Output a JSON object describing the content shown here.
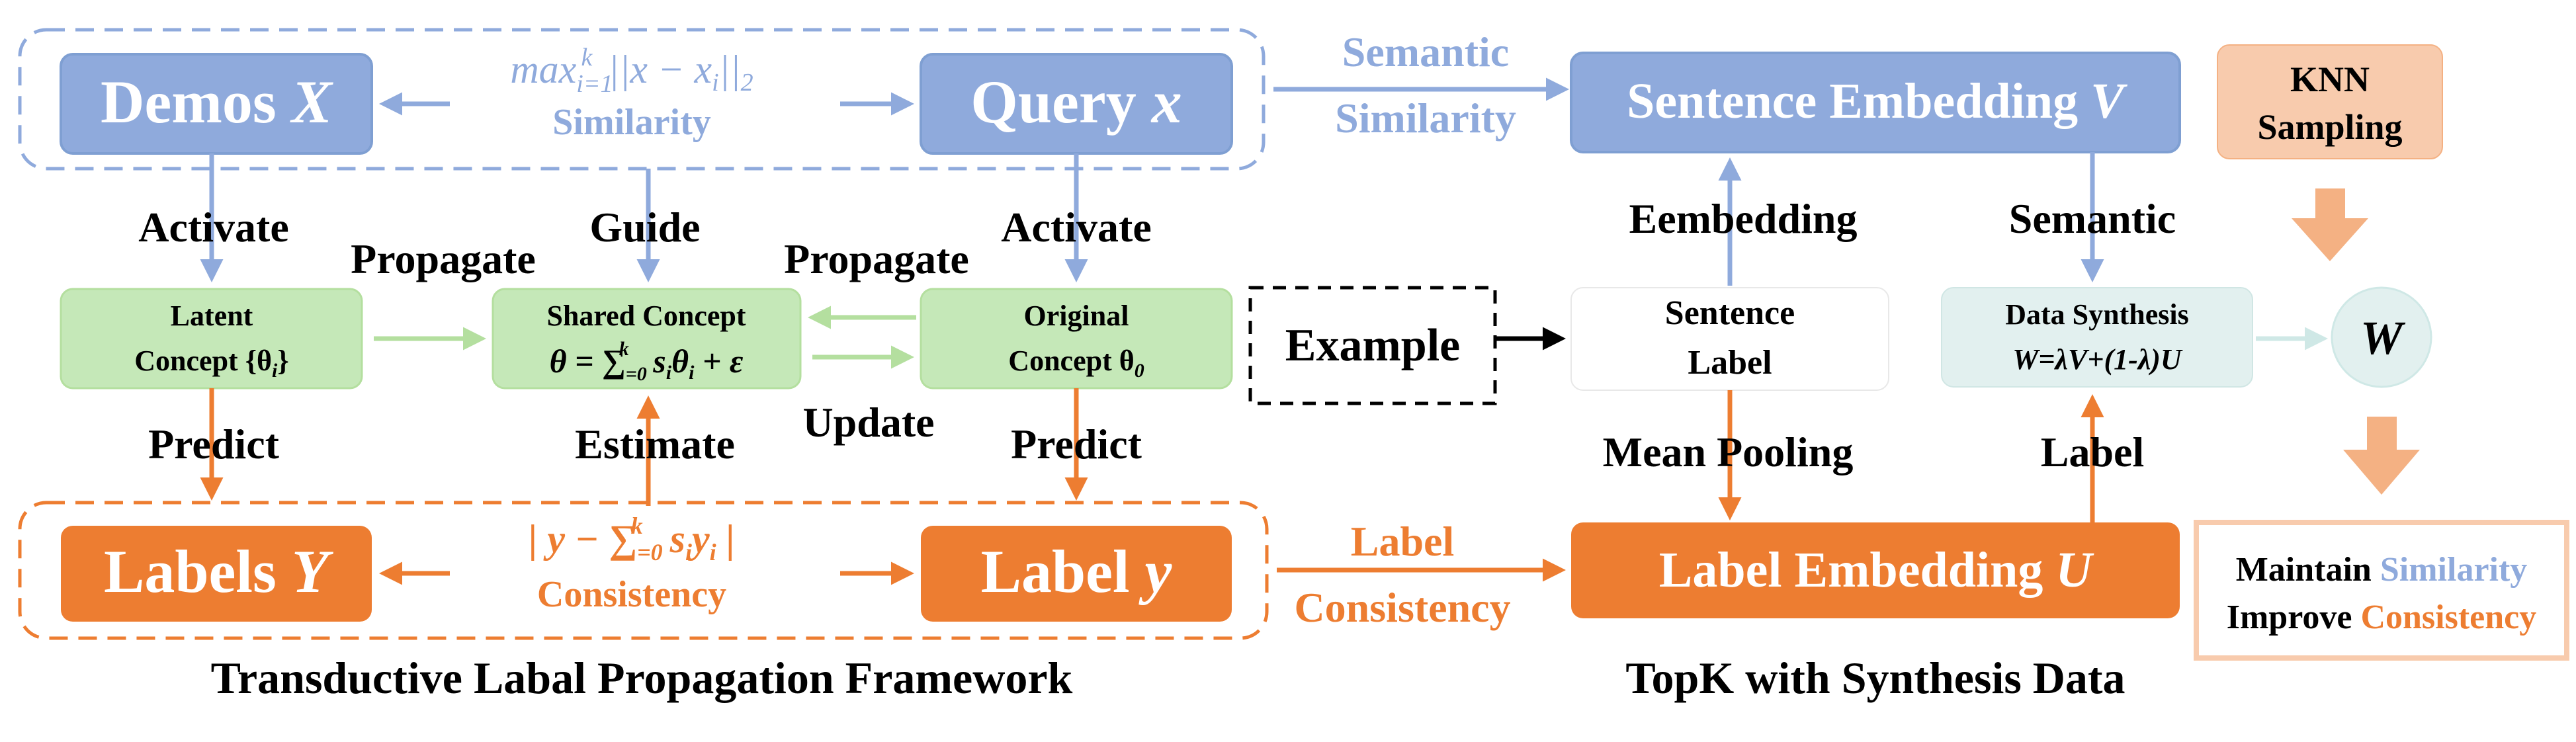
{
  "colors": {
    "blue_fill": "#8faadc",
    "blue_stroke": "#7f9fd2",
    "blue_text": "#8faadc",
    "green_fill": "#c5e8b8",
    "green_stroke": "#b4df9f",
    "orange_fill": "#ed7d31",
    "orange_text": "#ed7d31",
    "peach_fill": "#f8cbad",
    "peach_stroke": "#f4b183",
    "light_teal": "#e2f0ef",
    "black": "#000000"
  },
  "left": {
    "demos": {
      "main": "Demos ",
      "var": "X"
    },
    "query": {
      "main": "Query ",
      "var": "x"
    },
    "similarity_formula": "max",
    "similarity_formula_sub": "i=1",
    "similarity_formula_sup": "k",
    "similarity_formula_rest": "||x − x",
    "similarity_formula_i": "i",
    "similarity_formula_end": "||",
    "similarity_formula_2": "2",
    "similarity_label": "Similarity",
    "activate_left": "Activate",
    "activate_right": "Activate",
    "guide": "Guide",
    "propagate_left": "Propagate",
    "propagate_right": "Propagate",
    "latent": {
      "line1": "Latent",
      "line2": "Concept {θ",
      "line2_sub": "i",
      "line2_end": "}"
    },
    "shared": {
      "line1": "Shared Concept",
      "line2": "θ = ∑",
      "line2_sub": "=0",
      "line2_sup": "k",
      "line2_mid": " s",
      "line2_mid_sub": "i",
      "line2_theta": "θ",
      "line2_theta_sub": "i",
      "line2_end": " + ε"
    },
    "original": {
      "line1": "Original",
      "line2": "Concept θ",
      "line2_sub": "0"
    },
    "predict_left": "Predict",
    "predict_right": "Predict",
    "estimate": "Estimate",
    "update": "Update",
    "labels": {
      "main": "Labels ",
      "var": "Y"
    },
    "label": {
      "main": "Label ",
      "var": "y"
    },
    "consistency_formula": "| y − ∑",
    "consistency_formula_sub": "=0",
    "consistency_formula_sup": "k",
    "consistency_formula_mid": " s",
    "consistency_formula_mid_sub": "i",
    "consistency_formula_y": "y",
    "consistency_formula_y_sub": "i",
    "consistency_formula_end": " |",
    "consistency_label": "Consistency",
    "framework_title": "Transductive Labal Propagation Framework"
  },
  "middle": {
    "semantic": "Semantic",
    "similarity": "Similarity",
    "example": "Example",
    "label": "Label",
    "consistency": "Consistency"
  },
  "right": {
    "sentence_embedding": {
      "main": "Sentence Embedding ",
      "var": "V"
    },
    "eembedding": "Eembedding",
    "semantic": "Semantic",
    "sentence_label": {
      "line1": "Sentence",
      "line2": "Label"
    },
    "data_synthesis": {
      "line1": "Data Synthesis",
      "line2": "W=λV+(1-λ)U"
    },
    "mean_pooling": "Mean Pooling",
    "label": "Label",
    "label_embedding": {
      "main": "Label Embedding ",
      "var": "U"
    },
    "topk_title": "TopK with Synthesis Data",
    "knn": {
      "line1": "KNN",
      "line2": "Sampling"
    },
    "w": "W",
    "maintain": "Maintain ",
    "maintain_word": "Similarity",
    "improve": "Improve ",
    "improve_word": "Consistency"
  }
}
